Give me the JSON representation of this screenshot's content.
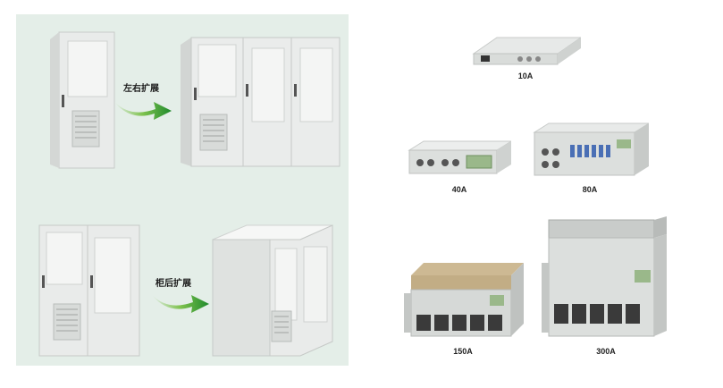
{
  "left": {
    "caption_side": "左右扩展",
    "caption_back": "柜后扩展"
  },
  "products": [
    {
      "label": "10A"
    },
    {
      "label": "40A"
    },
    {
      "label": "80A"
    },
    {
      "label": "150A"
    },
    {
      "label": "300A"
    }
  ],
  "colors": {
    "panel_bg": "#e4eee8",
    "arrow_green_dark": "#1f8a2c",
    "arrow_green_light": "#cfe8b4",
    "cabinet_light": "#eef0ee",
    "cabinet_shadow": "#c9ccca"
  }
}
